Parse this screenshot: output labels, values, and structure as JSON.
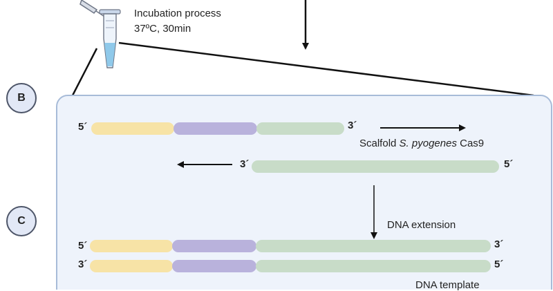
{
  "tube_caption": {
    "line1": "Incubation process",
    "line2": "37ºC, 30min"
  },
  "panels": {
    "b_label": "B",
    "c_label": "C"
  },
  "strand_top": {
    "left_end": "5´",
    "right_end": "3´",
    "annotation_plain": "Scalfold ",
    "annotation_italic": "S. pyogenes",
    "annotation_tail": " Cas9"
  },
  "strand_scaffold": {
    "left_end": "3´",
    "right_end": "5´"
  },
  "extension_label": "DNA extension",
  "strand_bottom_1": {
    "left_end": "5´",
    "right_end": "3´"
  },
  "strand_bottom_2": {
    "left_end": "3´",
    "right_end": "5´"
  },
  "template_label": "DNA template",
  "colors": {
    "panel_bg": "#eef3fb",
    "panel_border": "#a7bbd8",
    "yellow": "#f7e3a6",
    "purple": "#b9b2dc",
    "green": "#c8dcc8",
    "arrow": "#111111",
    "badge_bg": "#e2e8f6"
  },
  "icons": {
    "tube": "microcentrifuge-tube-icon",
    "pipette": "pipette-icon"
  }
}
